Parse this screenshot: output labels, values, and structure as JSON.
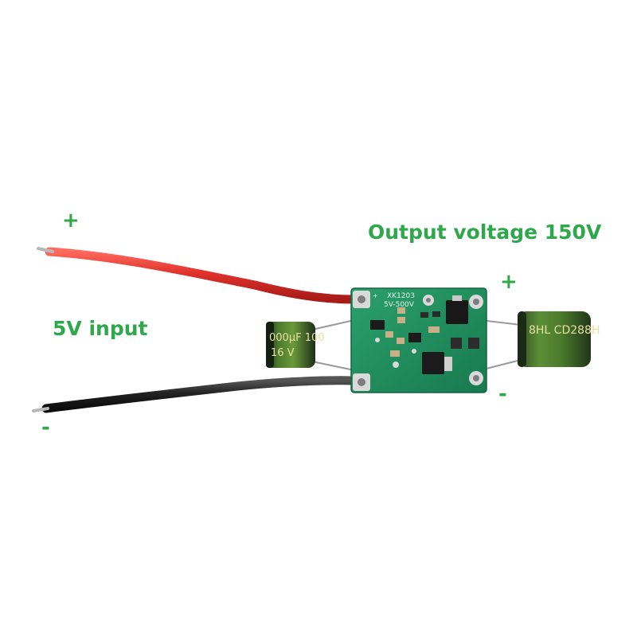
{
  "labels": {
    "input_plus": "+",
    "input_minus": "-",
    "input_voltage": "5V input",
    "output_voltage": "Output voltage 150V",
    "output_plus": "+",
    "output_minus": "-"
  },
  "board": {
    "model": "XK1203",
    "range": "5V-500V",
    "plus_mark": "+"
  },
  "input_capacitor": {
    "line1": "000μF 100",
    "line2": "16 V"
  },
  "output_capacitor": {
    "text": "8HL CD288H"
  },
  "colors": {
    "label_green": "#2ea84a",
    "pcb_green": "#1f8a5b",
    "wire_red": "#e0322c",
    "wire_black": "#222222"
  }
}
